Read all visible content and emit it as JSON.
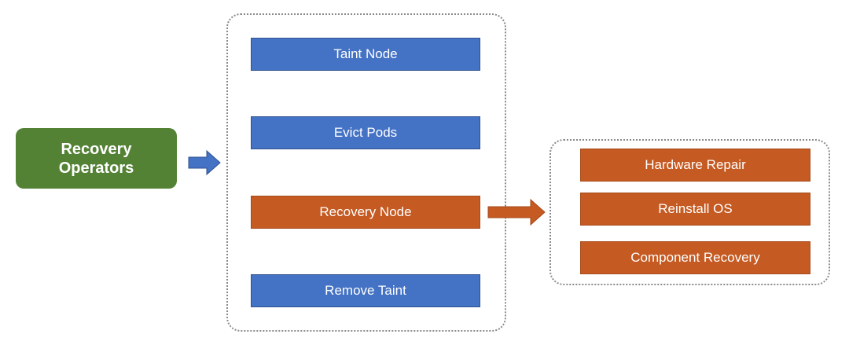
{
  "source": {
    "label": "Recovery\nOperators",
    "color": "#548235"
  },
  "steps": [
    {
      "label": "Taint Node",
      "color": "#4472C4"
    },
    {
      "label": "Evict Pods",
      "color": "#4472C4"
    },
    {
      "label": "Recovery Node",
      "color": "#C55A22"
    },
    {
      "label": "Remove Taint",
      "color": "#4472C4"
    }
  ],
  "recovery_actions": [
    {
      "label": "Hardware Repair",
      "color": "#C55A22"
    },
    {
      "label": "Reinstall OS",
      "color": "#C55A22"
    },
    {
      "label": "Component Recovery",
      "color": "#C55A22"
    }
  ],
  "connectors": [
    {
      "from": "Recovery Operators",
      "to": "steps group",
      "icon": "right-arrow-icon",
      "color": "#4472C4"
    },
    {
      "from": "Recovery Node",
      "to": "recovery actions group",
      "icon": "right-arrow-icon",
      "color": "#C55A22"
    }
  ]
}
